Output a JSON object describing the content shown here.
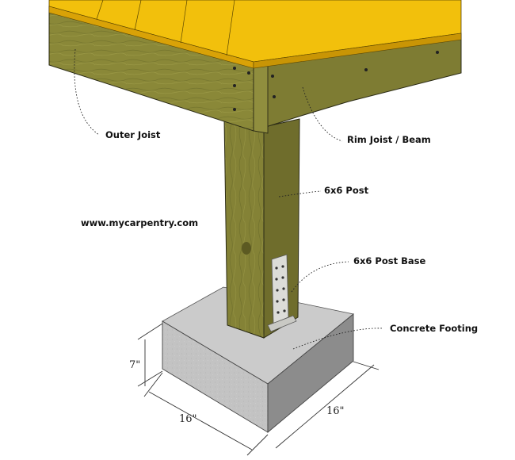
{
  "labels": {
    "outer_joist": "Outer Joist",
    "rim_joist": "Rim Joist / Beam",
    "post": "6x6 Post",
    "post_base": "6x6 Post Base",
    "footing": "Concrete Footing",
    "website": "www.mycarpentry.com"
  },
  "dimensions": {
    "height": "7\"",
    "width_left": "16\"",
    "width_right": "16\""
  },
  "colors": {
    "decking": "#f2c00c",
    "decking_front": "#d9a207",
    "lumber_light": "#8e8c3c",
    "lumber_mid": "#7a7a33",
    "lumber_dark": "#5e5e24",
    "concrete_top": "#c8c8c8",
    "concrete_front": "#bdbdbd",
    "concrete_side": "#8f8f8f",
    "metal": "#d8d8d4"
  }
}
